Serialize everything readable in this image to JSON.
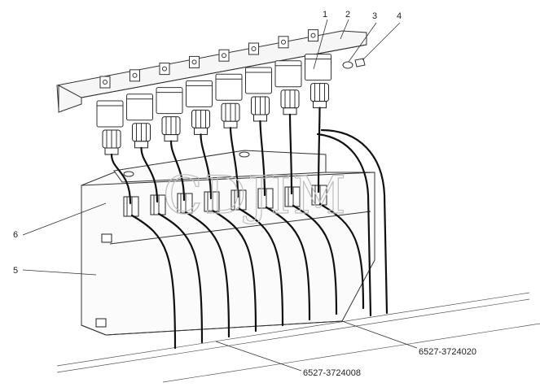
{
  "callouts": [
    {
      "id": "1",
      "text": "1"
    },
    {
      "id": "2",
      "text": "2"
    },
    {
      "id": "3",
      "text": "3"
    },
    {
      "id": "4",
      "text": "4"
    },
    {
      "id": "5",
      "text": "5"
    },
    {
      "id": "6",
      "text": "6"
    }
  ],
  "part_numbers": {
    "harness_a": "6527-3724020",
    "harness_b": "6527-3724008"
  },
  "watermark": "CDJIM",
  "relay_count": 8
}
